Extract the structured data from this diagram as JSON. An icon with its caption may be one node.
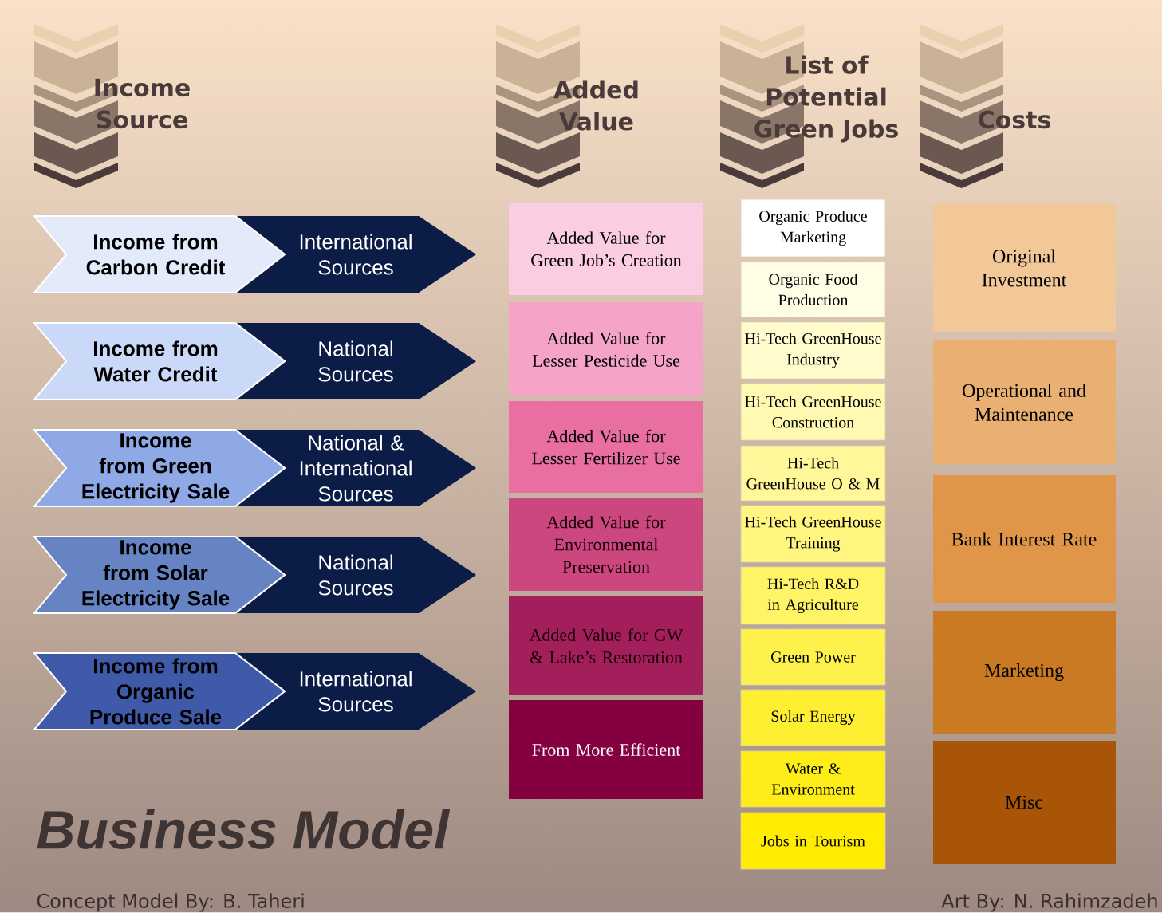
{
  "diagram": {
    "nodes": [
      {
        "text": [
          "Income Source"
        ]
      },
      {
        "text": [
          "Added Value"
        ]
      },
      {
        "text": [
          "List of Potential Green Jobs"
        ]
      },
      {
        "text": [
          "Costs"
        ]
      },
      {
        "text": [
          "Income from Carbon Credit"
        ]
      },
      {
        "text": [
          "International Sources"
        ]
      },
      {
        "text": [
          "Income from Water Credit"
        ]
      },
      {
        "text": [
          "National Sources"
        ]
      },
      {
        "text": [
          "Income from Green Electricity Sale"
        ]
      },
      {
        "text": [
          "National & International Sources"
        ]
      },
      {
        "text": [
          "Income from Solar Electricity Sale"
        ]
      },
      {
        "text": [
          "National Sources"
        ]
      },
      {
        "text": [
          "Income from Organic Produce Sale"
        ]
      },
      {
        "text": [
          "International Sources"
        ]
      },
      {
        "text": [
          "Added Value for Green Job’s Creation"
        ]
      },
      {
        "text": [
          "Added Value for Lesser Pesticide Use"
        ]
      },
      {
        "text": [
          "Added Value for Lesser Fertilizer Use"
        ]
      },
      {
        "text": [
          "Added Value for Environmental Preservation"
        ]
      },
      {
        "text": [
          "Added Value for GW & Lake’s Restoration"
        ]
      },
      {
        "text": [
          "From More Efficient"
        ]
      },
      {
        "text": [
          "Organic Produce Marketing"
        ]
      },
      {
        "text": [
          "Organic Food Production"
        ]
      },
      {
        "text": [
          "Hi-Tech GreenHouse Industry"
        ]
      },
      {
        "text": [
          "Hi-Tech GreenHouse Construction"
        ]
      },
      {
        "text": [
          "Hi-Tech GreenHouse O & M"
        ]
      },
      {
        "text": [
          "Hi-Tech GreenHouse Training"
        ]
      },
      {
        "text": [
          "Hi-Tech R&D in Agriculture"
        ]
      },
      {
        "text": [
          "Green Power"
        ]
      },
      {
        "text": [
          "Solar Energy"
        ]
      },
      {
        "text": [
          "Water & Environment"
        ]
      },
      {
        "text": [
          "Jobs in Tourism"
        ]
      },
      {
        "text": [
          "Original Investment"
        ]
      },
      {
        "text": [
          "Operational and Maintenance"
        ]
      },
      {
        "text": [
          "Bank Interest Rate"
        ]
      },
      {
        "text": [
          "Marketing"
        ]
      },
      {
        "text": [
          "Misc"
        ]
      }
    ],
    "labels": [
      "Business Model",
      "Concept Model By: B. Taheri",
      "Art By: N. Rahimzadeh"
    ]
  }
}
